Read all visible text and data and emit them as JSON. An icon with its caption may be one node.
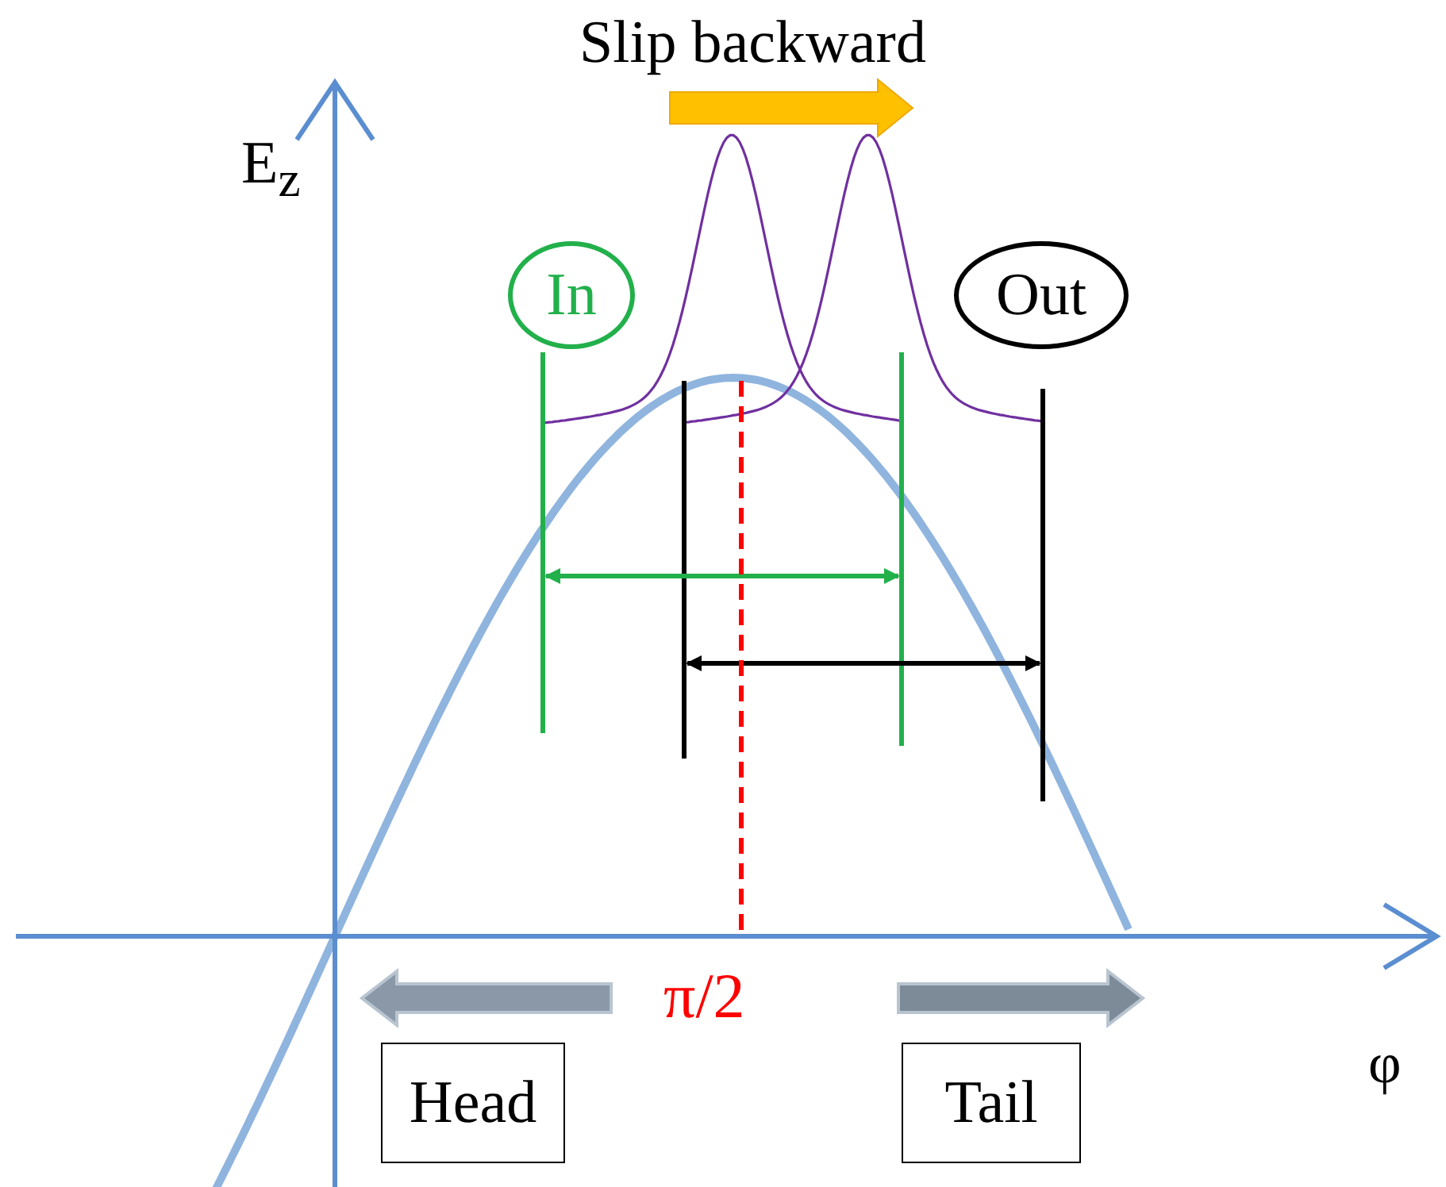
{
  "diagram": {
    "nodes": [
      {
        "text": [
          "In"
        ]
      },
      {
        "text": [
          "Out"
        ]
      },
      {
        "text": [
          "Head"
        ]
      },
      {
        "text": [
          "Tail"
        ]
      }
    ],
    "labels": [
      "Slip backward",
      "E$_{z}$",
      "π/2",
      "φ"
    ]
  }
}
